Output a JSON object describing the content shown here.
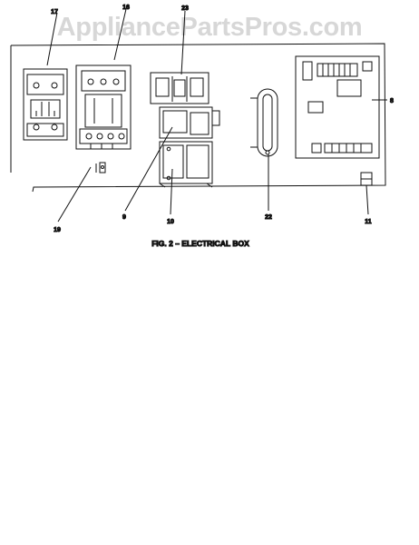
{
  "watermark": "AppliancePartsPros.com",
  "diagram": {
    "caption": "FIG. 2 – ELECTRICAL BOX",
    "callouts": {
      "c17": "17",
      "c16": "16",
      "c23": "23",
      "c8": "8",
      "c19": "19",
      "c9": "9",
      "c10": "10",
      "c22": "22",
      "c11": "11"
    }
  }
}
